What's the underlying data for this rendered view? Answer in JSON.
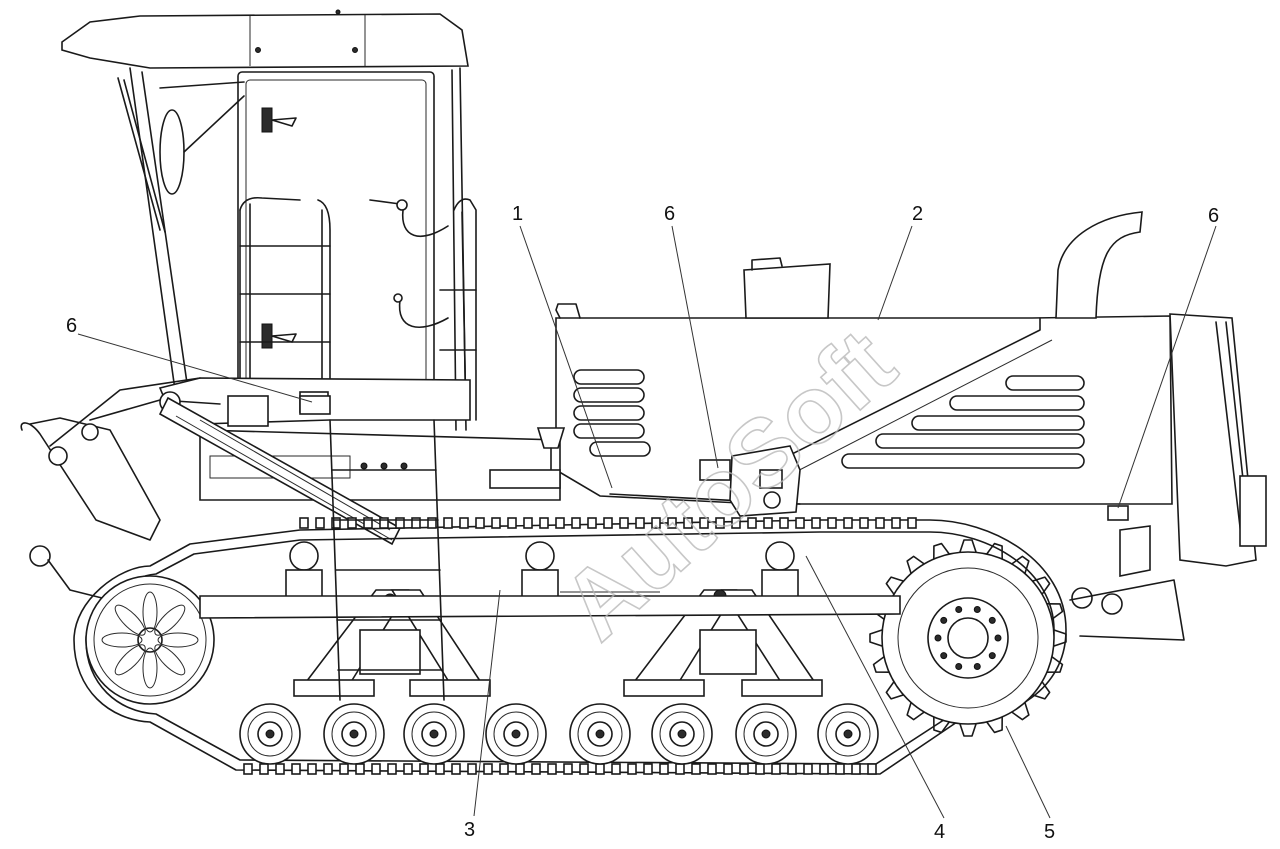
{
  "watermark": "AutoSoft",
  "callouts": {
    "c1": "1",
    "c2": "2",
    "c3": "3",
    "c4": "4",
    "c5": "5",
    "c6_left": "6",
    "c6_mid": "6",
    "c6_right": "6"
  }
}
